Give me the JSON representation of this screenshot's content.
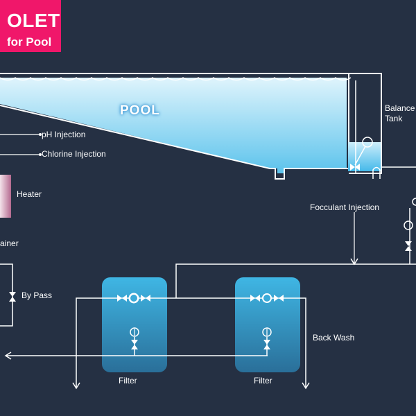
{
  "brand": {
    "line1": "OLET",
    "line2": "for Pool",
    "color": "#f0176a"
  },
  "labels": {
    "pool": "POOL",
    "balance_tank_line1": "Balance",
    "balance_tank_line2": "Tank",
    "ph_injection": "pH Injection",
    "chlorine_injection": "Chlorine Injection",
    "heater": "Heater",
    "strainer": "ainer",
    "focculant_injection": "Focculant Injection",
    "by_pass": "By Pass",
    "back_wash": "Back Wash",
    "filter_1": "Filter",
    "filter_2": "Filter"
  },
  "colors": {
    "background": "#253043",
    "pipe": "#ffffff",
    "water": "#6ac6ec",
    "filter": "#3aa9d6",
    "heater": "#d0a0b8"
  }
}
